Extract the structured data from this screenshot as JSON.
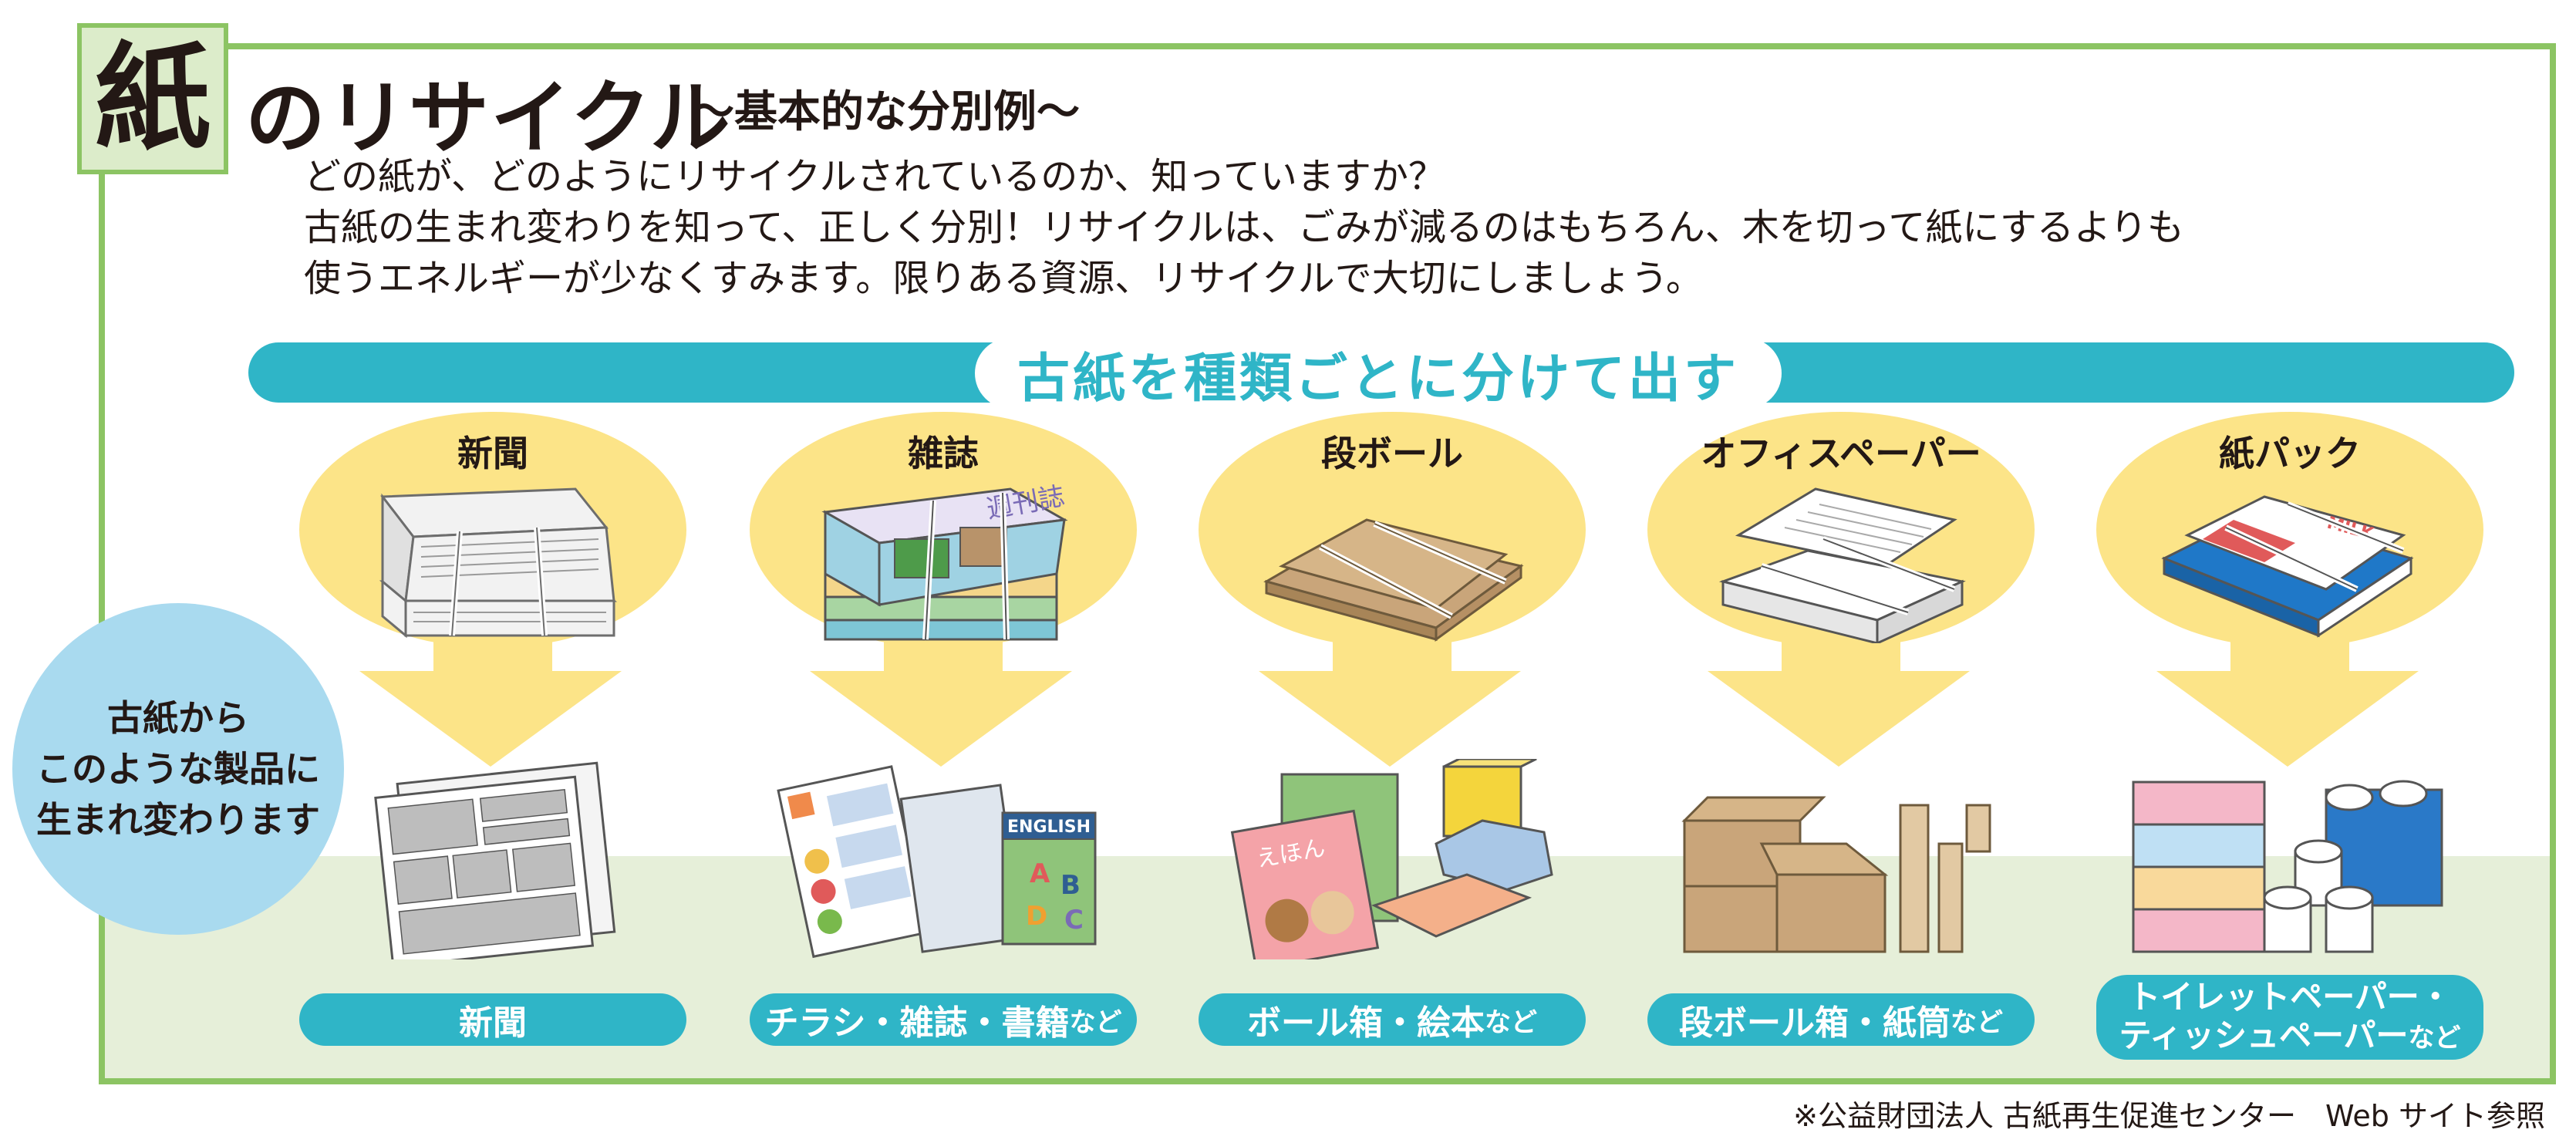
{
  "title": {
    "kanji": "紙",
    "main": "のリサイクル",
    "sub": "～基本的な分別例～"
  },
  "intro": [
    "どの紙が、どのようにリサイクルされているのか、知っていますか？",
    "古紙の生まれ変わりを知って、正しく分別！リサイクルは、ごみが減るのはもちろん、木を切って紙にするよりも",
    "使うエネルギーが少なくすみます。限りある資源、リサイクルで大切にしましょう。"
  ],
  "banner": "古紙を種類ごとに分けて出す",
  "circle": [
    "古紙から",
    "このような製品に",
    "生まれ変わります"
  ],
  "columns": [
    {
      "category": "新聞",
      "product_main": "新聞",
      "product_suffix": ""
    },
    {
      "category": "雑誌",
      "product_main": "チラシ・雑誌・書籍",
      "product_suffix": "など",
      "magazine_text": "週刊誌"
    },
    {
      "category": "段ボール",
      "product_main": "ボール箱・絵本",
      "product_suffix": "など",
      "book_text": "えほん"
    },
    {
      "category": "オフィスペーパー",
      "product_main": "段ボール箱・紙筒",
      "product_suffix": "など"
    },
    {
      "category": "紙パック",
      "product_line1": "トイレットペーパー・",
      "product_main": "ティッシュペーパー",
      "product_suffix": "など",
      "carton_text": "MILK"
    }
  ],
  "source": "※公益財団法人 古紙再生促進センター　Web サイト参照",
  "colors": {
    "frame_green": "#8cc463",
    "banner_teal": "#2fb5c7",
    "ellipse_yellow": "#fce488",
    "circle_blue": "#a9daef",
    "band_green": "#e6efd9"
  }
}
